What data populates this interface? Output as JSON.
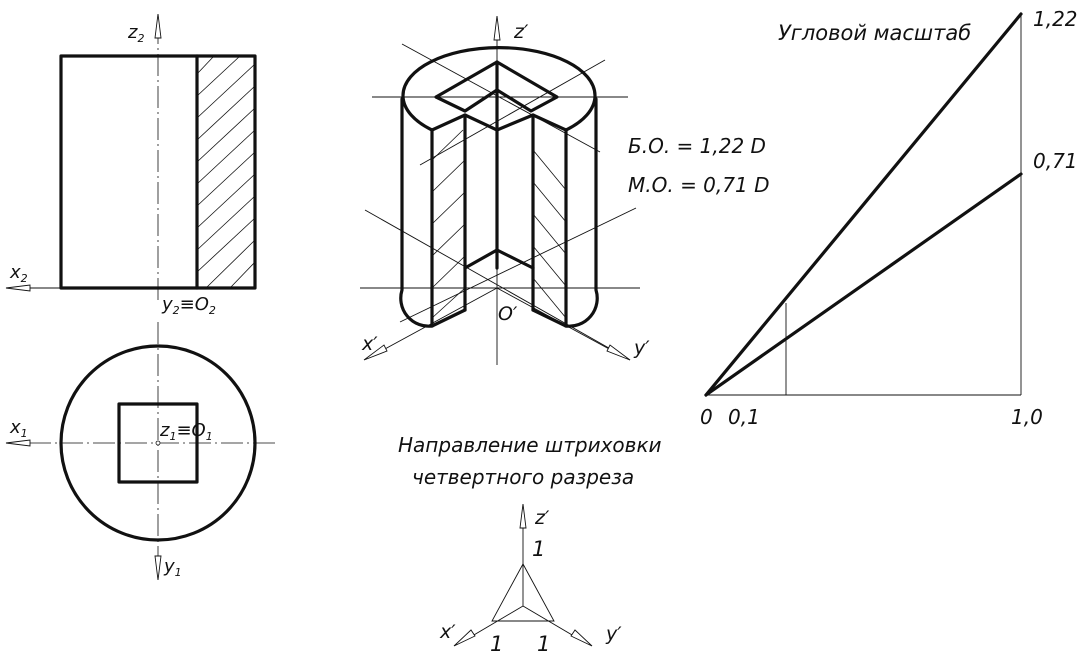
{
  "front_view": {
    "axis_z": "z",
    "axis_z_sub": "2",
    "axis_x": "x",
    "axis_x_sub": "2",
    "origin_y": "y",
    "origin_y_sub": "2",
    "origin_o": "≡O",
    "origin_o_sub": "2"
  },
  "top_view": {
    "axis_x": "x",
    "axis_x_sub": "1",
    "axis_y": "y",
    "axis_y_sub": "1",
    "origin_z": "z",
    "origin_z_sub": "1",
    "origin_o": "≡O",
    "origin_o_sub": "1"
  },
  "axonometric": {
    "axis_z": "z′",
    "axis_x": "x′",
    "axis_y": "y′",
    "origin": "O′",
    "formula_big": "Б.О. = 1,22 D",
    "formula_small": "М.О. = 0,71 D"
  },
  "angular_scale": {
    "title": "Угловой масштаб",
    "label_top": "1,22",
    "label_mid": "0,71",
    "label_zero": "0",
    "label_tenth": "0,1",
    "label_one": "1,0"
  },
  "hatch_direction": {
    "title_line1": "Направление штриховки",
    "title_line2": "четвертного разреза",
    "axis_z": "z′",
    "axis_x": "x′",
    "axis_y": "y′",
    "unit_z": "1",
    "unit_x": "1",
    "unit_y": "1"
  }
}
